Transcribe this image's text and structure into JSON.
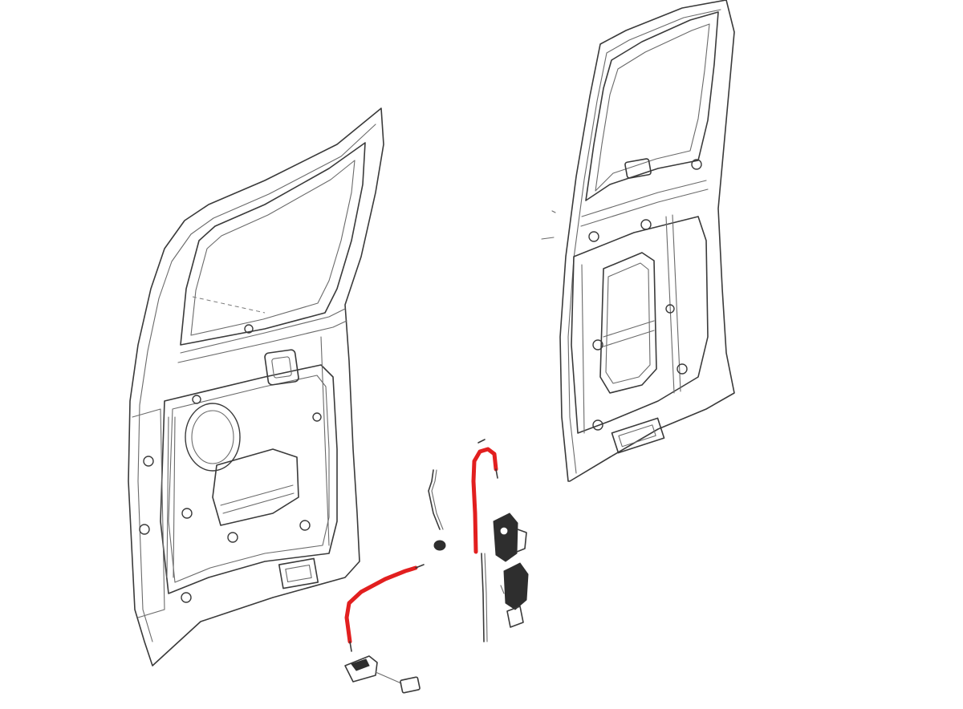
{
  "diagram": {
    "colors": {
      "background": "#ffffff",
      "linework": "#3a3a3a",
      "highlight": "#e21f1f"
    },
    "parts": [
      {
        "id": "left-door",
        "kind": "door-shell"
      },
      {
        "id": "right-door",
        "kind": "door-shell"
      },
      {
        "id": "lower-cable",
        "kind": "cable",
        "highlighted": true
      },
      {
        "id": "upper-rod",
        "kind": "rod",
        "highlighted": true
      },
      {
        "id": "link-rod",
        "kind": "rod",
        "highlighted": false
      },
      {
        "id": "door-latch",
        "kind": "latch",
        "highlighted": false
      },
      {
        "id": "inside-handle",
        "kind": "handle",
        "highlighted": false
      }
    ]
  }
}
